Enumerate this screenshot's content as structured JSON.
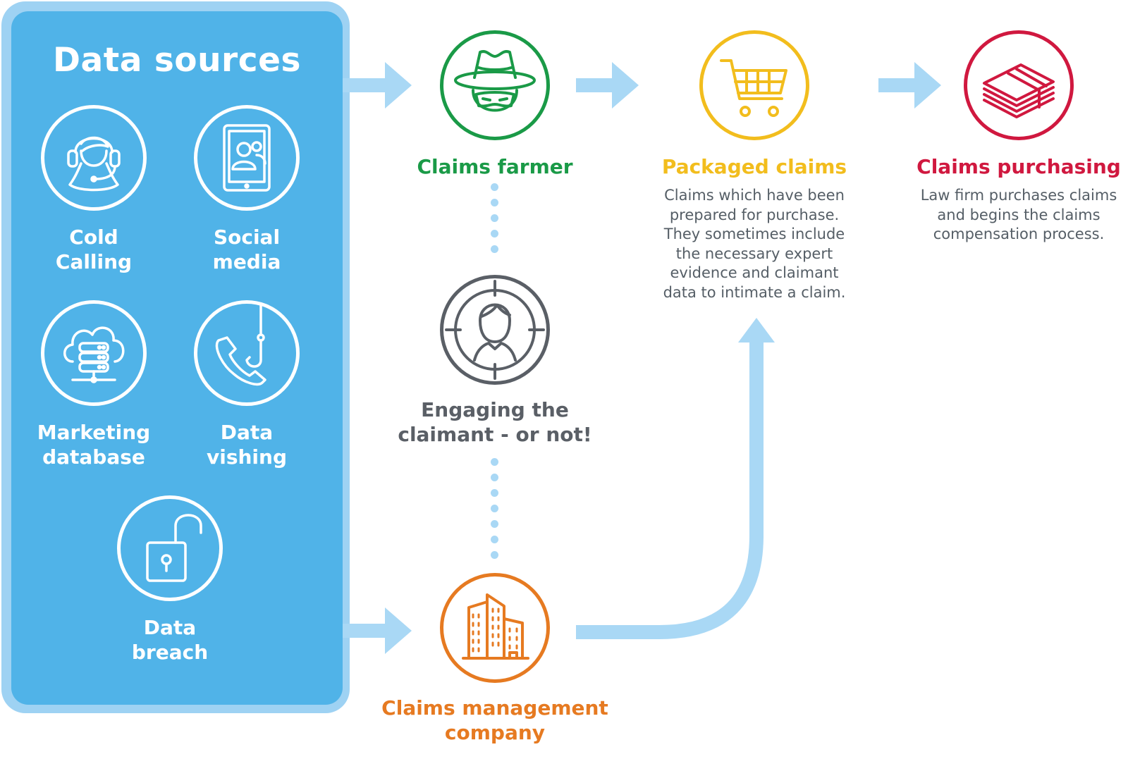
{
  "colors": {
    "panel_outer": "#9ed2f3",
    "panel_inner": "#50b3e8",
    "arrow": "#a9d8f5",
    "farmer": "#1a9a47",
    "packaged": "#f2bd1d",
    "purchasing": "#d0183f",
    "engaging": "#5a5f66",
    "cmc": "#e67a21"
  },
  "data_sources": {
    "title": "Data sources",
    "items": [
      {
        "label": "Cold\nCalling",
        "icon": "headset-agent-icon"
      },
      {
        "label": "Social\nmedia",
        "icon": "tablet-users-icon"
      },
      {
        "label": "Marketing\ndatabase",
        "icon": "cloud-database-icon"
      },
      {
        "label": "Data\nvishing",
        "icon": "phone-hook-icon"
      },
      {
        "label": "Data\nbreach",
        "icon": "open-padlock-icon"
      }
    ]
  },
  "nodes": {
    "farmer": {
      "title": "Claims farmer",
      "icon": "masked-spy-icon"
    },
    "packaged": {
      "title": "Packaged claims",
      "description": "Claims which have been\nprepared for purchase.\nThey sometimes include\nthe necessary expert\nevidence and claimant\ndata to intimate a claim.",
      "icon": "shopping-cart-icon"
    },
    "purchasing": {
      "title": "Claims purchasing",
      "description": "Law firm purchases claims\nand begins the claims\ncompensation process.",
      "icon": "money-stack-icon"
    },
    "engaging": {
      "title": "Engaging the\nclaimant - or not!",
      "icon": "target-person-icon"
    },
    "cmc": {
      "title": "Claims management\ncompany",
      "icon": "office-building-icon"
    }
  }
}
